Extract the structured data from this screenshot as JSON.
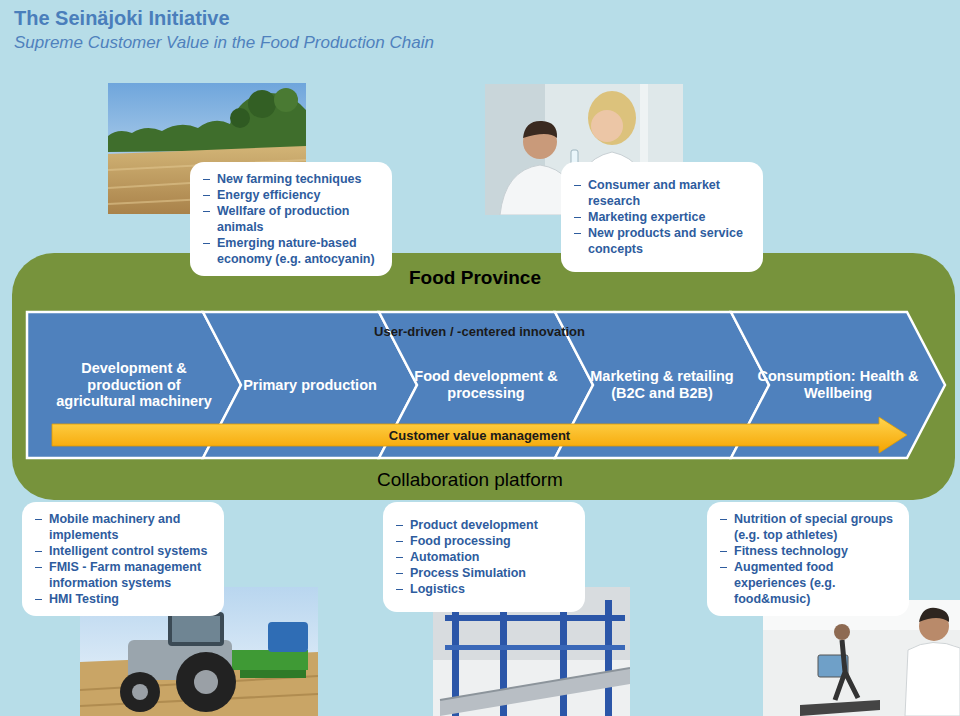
{
  "diagram": {
    "title": "The Seinäjoki Initiative",
    "caption": "Supreme Customer Value in the Food Production Chain",
    "nodes": [
      {
        "text": [
          "New farming techniques",
          "Energy efficiency",
          "Wellfare of production animals",
          "Emerging nature-based economy (e.g. antocyanin)"
        ]
      },
      {
        "text": [
          "Consumer and market research",
          "Marketing expertice",
          "New products and service concepts"
        ]
      },
      {
        "text": [
          "Food Province",
          "Collaboration platform"
        ]
      },
      {
        "text": [
          "User-driven / -centered innovation"
        ],
        "in": 2
      },
      {
        "text": [
          "Development & production of agricultural machinery"
        ],
        "in": 2
      },
      {
        "text": [
          "Primary production"
        ],
        "in": 2
      },
      {
        "text": [
          "Food development & processing"
        ],
        "in": 2
      },
      {
        "text": [
          "Marketing & retailing (B2C and B2B)"
        ],
        "in": 2
      },
      {
        "text": [
          "Consumption: Health & Wellbeing"
        ],
        "in": 2
      },
      {
        "text": [
          "Customer value management"
        ],
        "in": 2
      },
      {
        "text": [
          "Mobile machinery and implements",
          "Intelligent control systems",
          "FMIS - Farm management information systems",
          "HMI Testing"
        ]
      },
      {
        "text": [
          "Product development",
          "Food processing",
          "Automation",
          "Process Simulation",
          "Logistics"
        ]
      },
      {
        "text": [
          "Nutrition of special groups (e.g. top athletes)",
          "Fitness technology",
          "Augmented food experiences (e.g. food&music)"
        ]
      }
    ]
  }
}
